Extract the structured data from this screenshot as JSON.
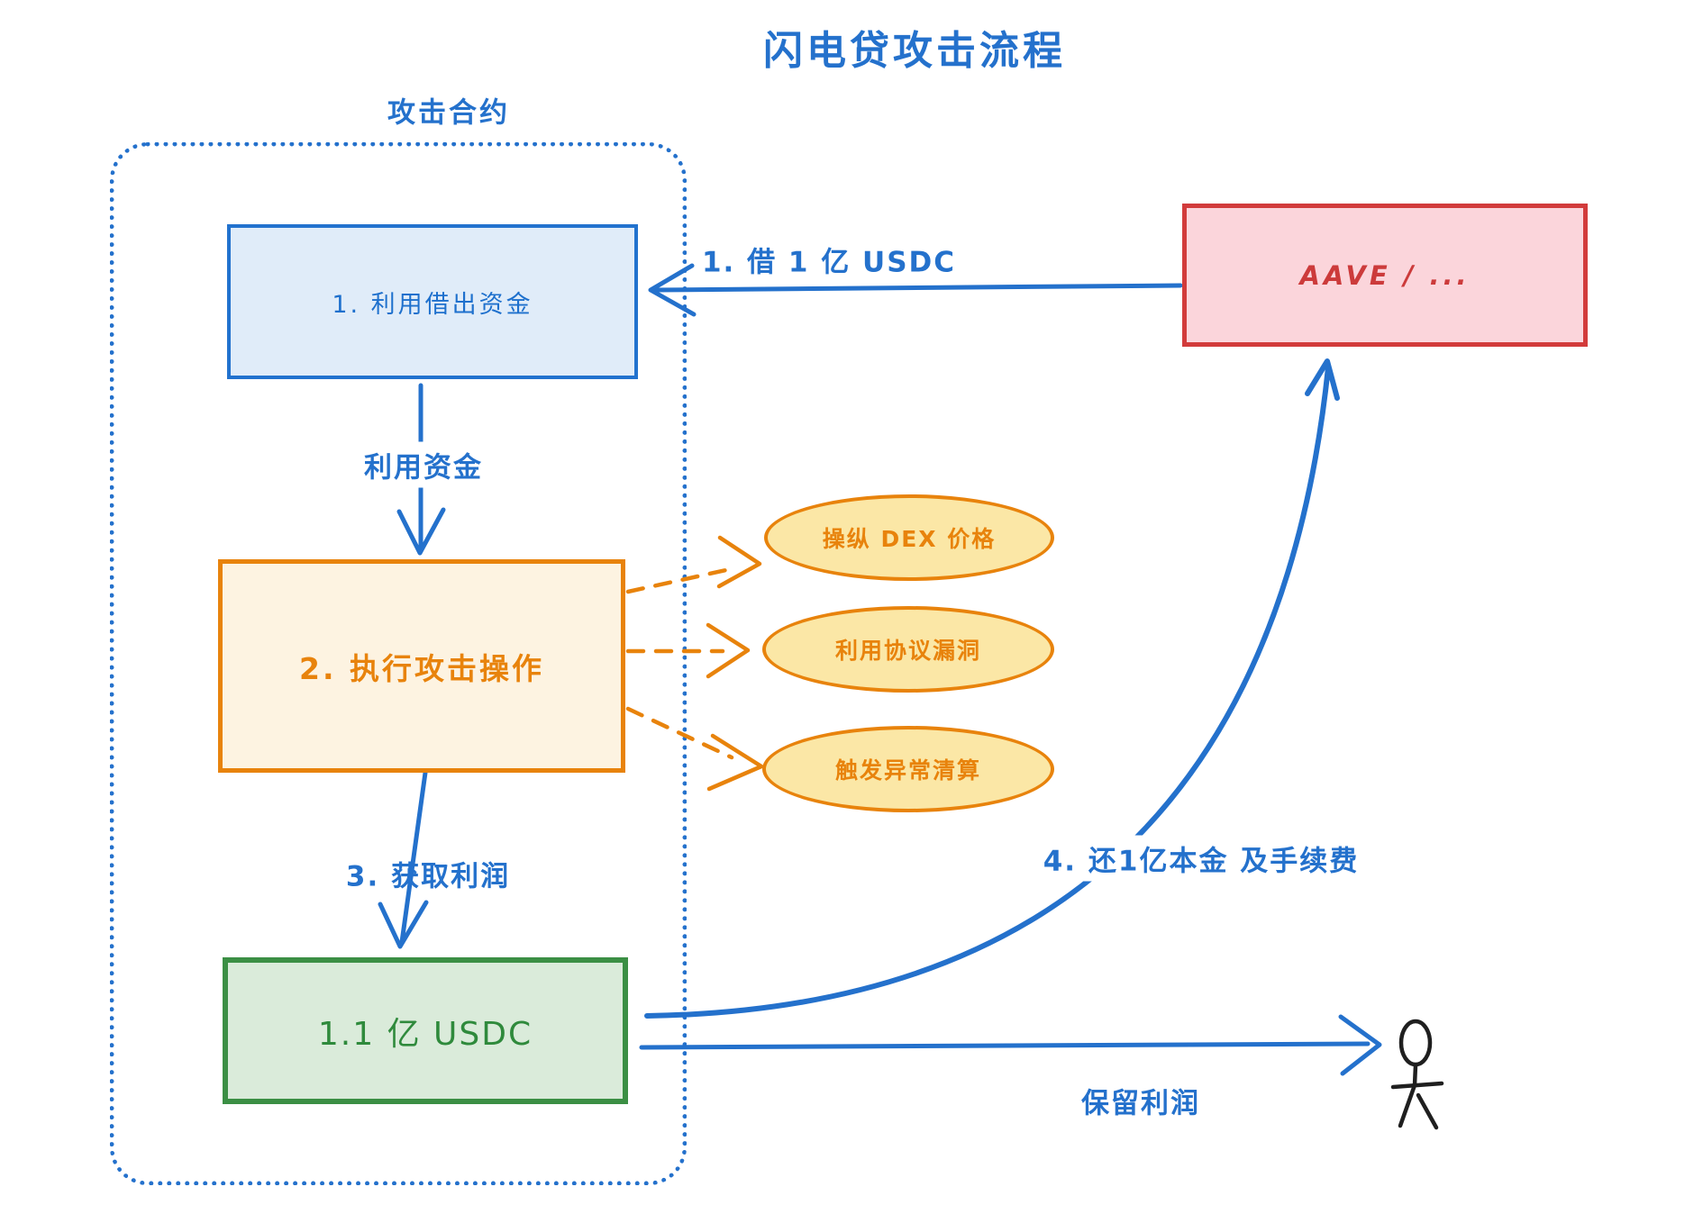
{
  "title": "闪电贷攻击流程",
  "attack_contract": {
    "label": "攻击合约",
    "step1_box": "1. 利用借出资金",
    "step2_box": "2. 执行攻击操作",
    "result_box": "1.1 亿 USDC"
  },
  "lender": {
    "name_box": "AAVE / ..."
  },
  "flows": {
    "borrow_label": "1. 借 1 亿 USDC",
    "use_funds_label": "利用资金",
    "get_profit_label": "3. 获取利润",
    "repay_label": "4. 还1亿本金 及手续费",
    "keep_profit_label": "保留利润"
  },
  "attack_operations": [
    "操纵 DEX 价格",
    "利用协议漏洞",
    "触发异常清算"
  ],
  "icons": {
    "attacker": "stick-figure-icon"
  },
  "colors": {
    "primary_blue": "#2471CC",
    "blue_box_fill": "#E0ECF9",
    "orange": "#E8830C",
    "orange_box_fill": "#FDF3E1",
    "ellipse_fill": "#FBE7A6",
    "green": "#2F8A3C",
    "green_box_fill": "#DAEBDA",
    "red": "#CC3B3B",
    "red_box_fill": "#FBD5DB"
  }
}
